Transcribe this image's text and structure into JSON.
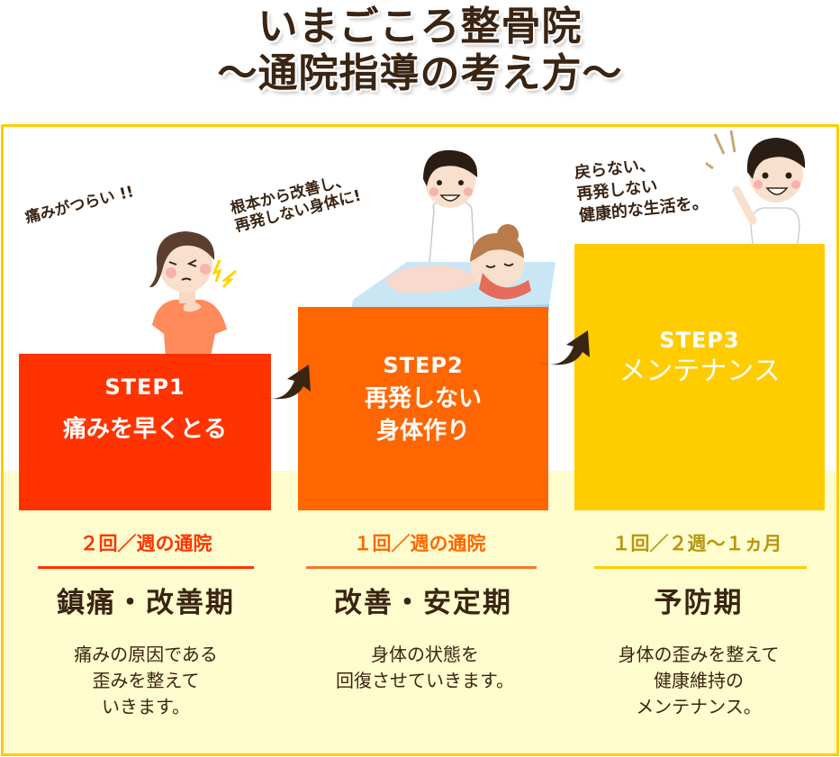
{
  "header": {
    "title_line1": "いまごころ整骨院",
    "title_line2": "〜通院指導の考え方〜"
  },
  "colors": {
    "title": "#3a2412",
    "frame_border": "#ffcc00",
    "cream_band": "#fffccd",
    "step1": "#ff3300",
    "step2": "#ff6600",
    "step3": "#ffcc00",
    "freq1": "#ff3300",
    "freq2": "#ff6600",
    "freq3": "#b8960f",
    "arrow": "#3a2412"
  },
  "steps": [
    {
      "speech": "痛みがつらい !!",
      "step_label": "STEP1",
      "step_title": "痛みを早くとる",
      "frequency": "２回／週の通院",
      "phase": "鎮痛・改善期",
      "description": "痛みの原因である\n歪みを整えて\nいきます。",
      "illustration": "woman-shoulder-pain-icon"
    },
    {
      "speech": "根本から改善し、\n再発しない身体に!",
      "step_label": "STEP2",
      "step_title": "再発しない\n身体作り",
      "frequency": "１回／週の通院",
      "phase": "改善・安定期",
      "description": "身体の状態を\n回復させていきます。",
      "illustration": "therapist-massage-icon"
    },
    {
      "speech": "戻らない、\n再発しない\n健康的な生活を。",
      "step_label": "STEP3",
      "step_title": "メンテナンス",
      "frequency": "１回／２週〜１ヵ月",
      "phase": "予防期",
      "description": "身体の歪みを整えて\n健康維持の\nメンテナンス。",
      "illustration": "therapist-pointing-icon"
    }
  ]
}
